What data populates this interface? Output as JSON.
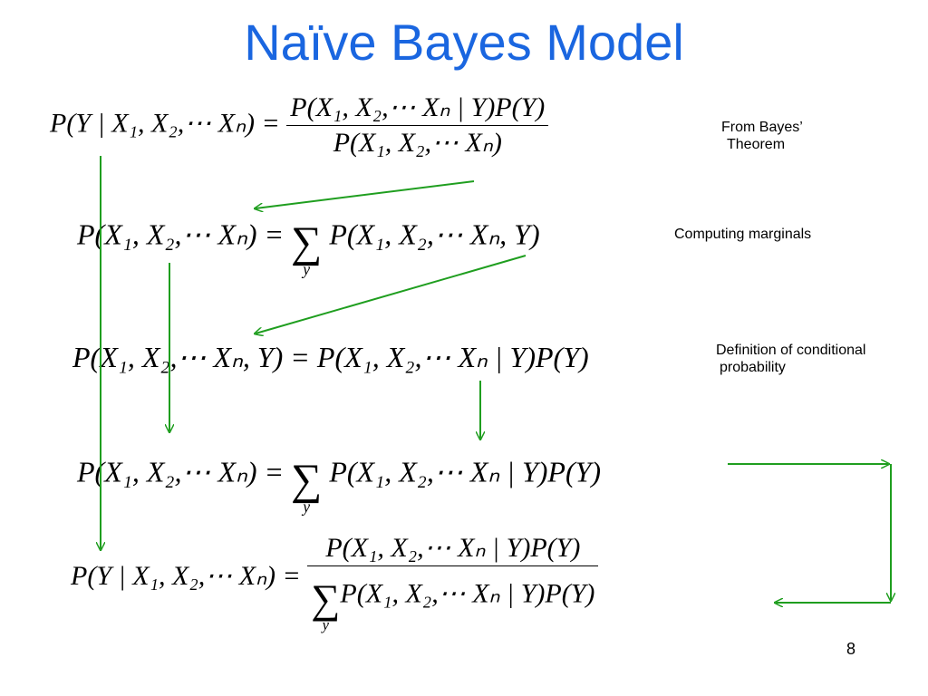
{
  "slide": {
    "title": "Naïve Bayes Model",
    "page_number": "8"
  },
  "equations": {
    "eq1_lhs": "P(Y | X₁, X₂,⋯ Xₙ) =",
    "eq1_num": "P(X₁, X₂,⋯ Xₙ | Y)P(Y)",
    "eq1_den": "P(X₁, X₂,⋯ Xₙ)",
    "eq2_lhs": "P(X₁, X₂,⋯ Xₙ) =",
    "eq2_sum_index": "y",
    "eq2_rhs": "P(X₁, X₂,⋯ Xₙ, Y)",
    "eq3": "P(X₁, X₂,⋯ Xₙ, Y) = P(X₁, X₂,⋯ Xₙ | Y)P(Y)",
    "eq4_lhs": "P(X₁, X₂,⋯ Xₙ) =",
    "eq4_sum_index": "y",
    "eq4_rhs": "P(X₁, X₂,⋯ Xₙ | Y)P(Y)",
    "eq5_lhs": "P(Y | X₁, X₂,⋯ Xₙ) =",
    "eq5_num": "P(X₁, X₂,⋯ Xₙ | Y)P(Y)",
    "eq5_den": "P(X₁, X₂,⋯ Xₙ | Y)P(Y)",
    "eq5_sum_index": "y"
  },
  "notes": {
    "from_bayes_line1": "From Bayes’",
    "from_bayes_line2": "Theorem",
    "computing_marginals": "Computing  marginals",
    "definition_line1": "Definition of conditional",
    "definition_line2": "probability"
  },
  "colors": {
    "title": "#1a66e0",
    "arrows": "#1f9e1f"
  }
}
